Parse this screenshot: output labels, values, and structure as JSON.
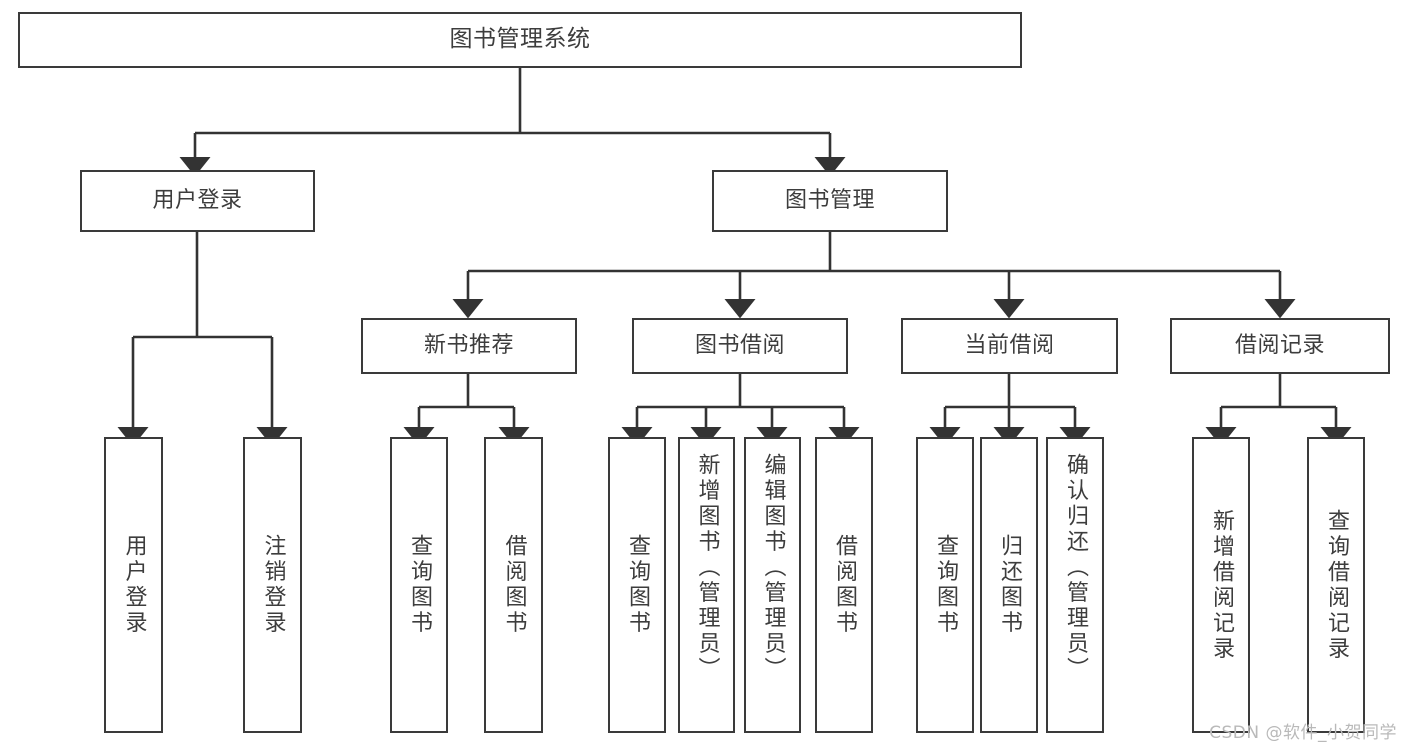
{
  "diagram": {
    "title": "图书管理系统",
    "type": "tree-hierarchy-diagram",
    "colors": {
      "box_border": "#3a3a3a",
      "box_fill": "#ffffff",
      "connector": "#333333",
      "text": "#3d3d3d",
      "watermark": "#b9b9b9",
      "background": "#ffffff"
    },
    "root": {
      "label": "图书管理系统"
    },
    "level2": [
      {
        "label": "用户登录"
      },
      {
        "label": "图书管理"
      }
    ],
    "level3": [
      {
        "label": "新书推荐"
      },
      {
        "label": "图书借阅"
      },
      {
        "label": "当前借阅"
      },
      {
        "label": "借阅记录"
      }
    ],
    "leaves": {
      "user_login": [
        {
          "label": "用户登录"
        },
        {
          "label": "注销登录"
        }
      ],
      "new_book_recommend": [
        {
          "label": "查询图书"
        },
        {
          "label": "借阅图书"
        }
      ],
      "book_borrow": [
        {
          "label": "查询图书"
        },
        {
          "label": "新增图书（管理员）"
        },
        {
          "label": "编辑图书（管理员）"
        },
        {
          "label": "借阅图书"
        }
      ],
      "current_borrow": [
        {
          "label": "查询图书"
        },
        {
          "label": "归还图书"
        },
        {
          "label": "确认归还（管理员）"
        }
      ],
      "borrow_record": [
        {
          "label": "新增借阅记录"
        },
        {
          "label": "查询借阅记录"
        }
      ]
    }
  },
  "watermark": {
    "text": "CSDN @软件_小贺同学"
  }
}
